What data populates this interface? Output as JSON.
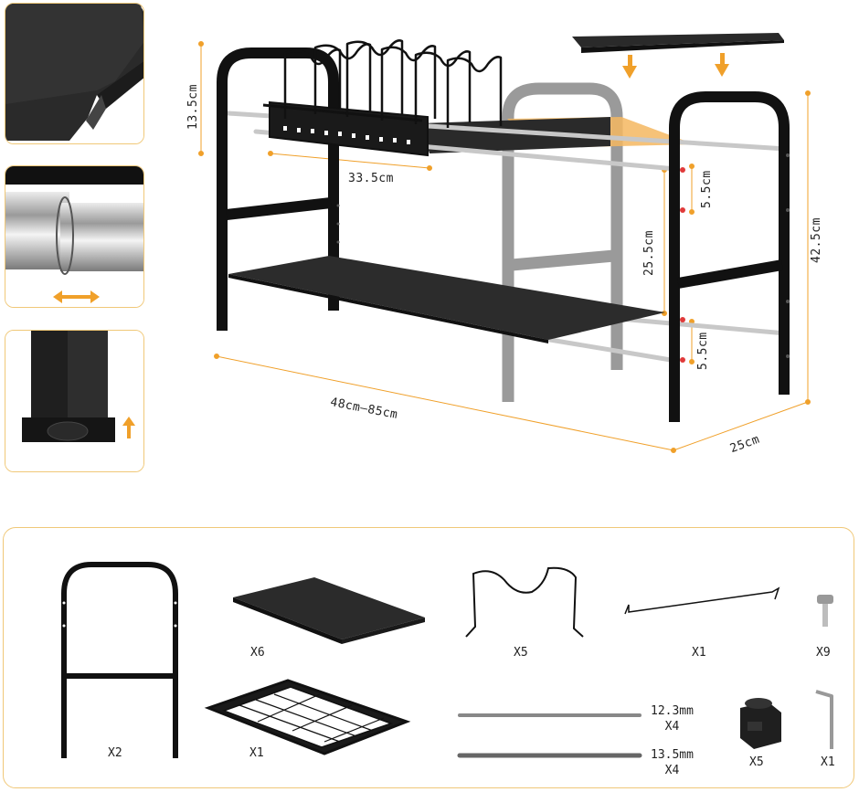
{
  "dimensions": {
    "basket_height": "13.5cm",
    "basket_width": "33.5cm",
    "shelf_gap_top": "5.5cm",
    "shelf_spacing": "25.5cm",
    "shelf_gap_bottom": "5.5cm",
    "total_height": "42.5cm",
    "length_range": "48cm—85cm",
    "depth": "25cm"
  },
  "parts": {
    "frame_qty": "X2",
    "shelf_qty": "X6",
    "divider_qty": "X5",
    "hook_bar_qty": "X1",
    "screw_qty": "X9",
    "basket_qty": "X1",
    "rod_small_size": "12.3mm",
    "rod_small_qty": "X4",
    "rod_large_size": "13.5mm",
    "rod_large_qty": "X4",
    "foot_qty": "X5",
    "wrench_qty": "X1"
  },
  "colors": {
    "accent": "#f0a02a",
    "frame": "#111111",
    "shelf": "#2c2c2c",
    "rod": "#c8c8c8",
    "ghost_frame": "#9a9a9a"
  }
}
